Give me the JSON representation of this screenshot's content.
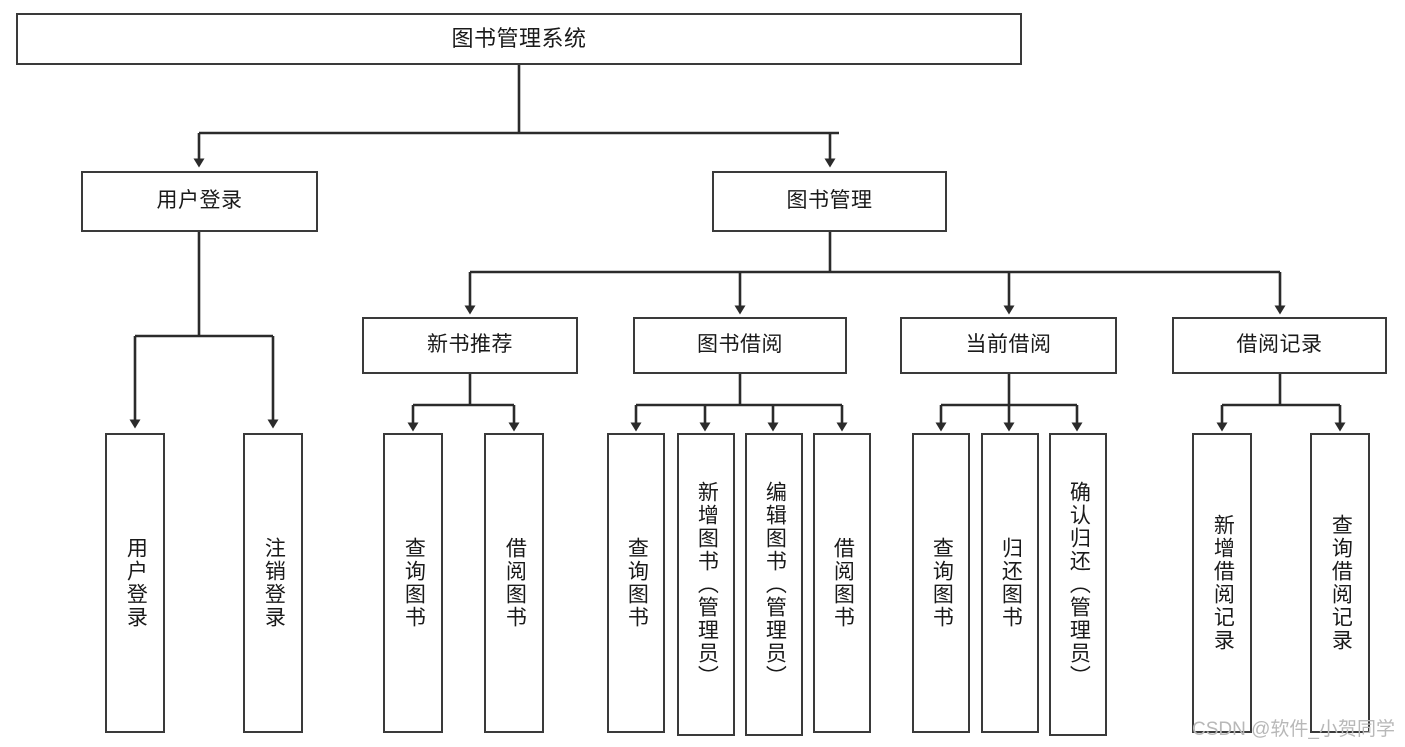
{
  "diagram": {
    "type": "tree-hierarchy",
    "title": "图书管理系统",
    "colors": {
      "background": "#ffffff",
      "node_border": "#3a3a3a",
      "node_fill": "#ffffff",
      "edge": "#2b2b2b",
      "text": "#1a1a1a",
      "watermark": "#b8b8b8"
    },
    "levels": 4,
    "root": {
      "label": "图书管理系统",
      "children": [
        {
          "label": "用户登录",
          "children": [
            {
              "label": "用户登录"
            },
            {
              "label": "注销登录"
            }
          ]
        },
        {
          "label": "图书管理",
          "children": [
            {
              "label": "新书推荐",
              "children": [
                {
                  "label": "查询图书"
                },
                {
                  "label": "借阅图书"
                }
              ]
            },
            {
              "label": "图书借阅",
              "children": [
                {
                  "label": "查询图书"
                },
                {
                  "label": "新增图书（管理员）"
                },
                {
                  "label": "编辑图书（管理员）"
                },
                {
                  "label": "借阅图书"
                }
              ]
            },
            {
              "label": "当前借阅",
              "children": [
                {
                  "label": "查询图书"
                },
                {
                  "label": "归还图书"
                },
                {
                  "label": "确认归还（管理员）"
                }
              ]
            },
            {
              "label": "借阅记录",
              "children": [
                {
                  "label": "新增借阅记录"
                },
                {
                  "label": "查询借阅记录"
                }
              ]
            }
          ]
        }
      ]
    }
  },
  "nodes": {
    "root": "图书管理系统",
    "user_login": "用户登录",
    "book_manage": "图书管理",
    "new_book_rec": "新书推荐",
    "book_borrow": "图书借阅",
    "current_borrow": "当前借阅",
    "borrow_record": "借阅记录",
    "leaf_user_login": "用户登录",
    "leaf_logout": "注销登录",
    "leaf_rec_query": "查询图书",
    "leaf_rec_borrow": "借阅图书",
    "leaf_bb_query": "查询图书",
    "leaf_bb_add": "新增图书（管理员）",
    "leaf_bb_edit": "编辑图书（管理员）",
    "leaf_bb_borrow": "借阅图书",
    "leaf_cb_query": "查询图书",
    "leaf_cb_return": "归还图书",
    "leaf_cb_confirm": "确认归还（管理员）",
    "leaf_br_add": "新增借阅记录",
    "leaf_br_query": "查询借阅记录"
  },
  "watermark": {
    "text": "CSDN @软件_小贺同学"
  }
}
